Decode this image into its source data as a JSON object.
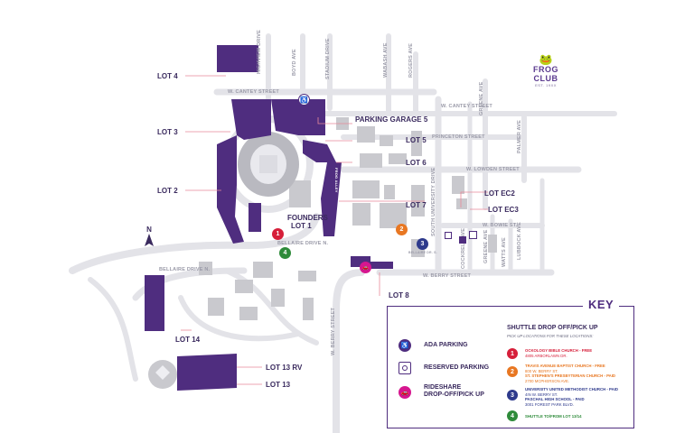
{
  "brand": {
    "name": "FROG CLUB",
    "est": "EST. 19XX"
  },
  "lots": {
    "lot4": "LOT 4",
    "lot3": "LOT 3",
    "lot2": "LOT 2",
    "lot14": "LOT 14",
    "lot13rv": "LOT 13 RV",
    "lot13": "LOT 13",
    "garage5": "PARKING GARAGE 5",
    "lot5": "LOT 5",
    "lot6": "LOT 6",
    "lot7": "LOT 7",
    "lotec2": "LOT EC2",
    "lotec3": "LOT EC3",
    "lot8": "LOT 8",
    "founders": "FOUNDERS",
    "lot1": "LOT 1"
  },
  "streets": {
    "cantey": "W. CANTEY STREET",
    "cantey_e": "W. CANTEY STREET",
    "princeton": "PRINCETON STREET",
    "lowden": "W. LOWDEN STREET",
    "bowie": "W. BOWIE ST.",
    "berry": "W. BERRY STREET",
    "berry_v": "W. BERRY STREET",
    "bellaire": "BELLAIRE DRIVE N.",
    "bellaire2": "BELLAIRE DRIVE N.",
    "highview": "HIGHVIEW DRIVE",
    "boyd": "BOYD AVE",
    "stadium": "STADIUM DRIVE",
    "wabash": "WABASH AVE",
    "rogers": "ROGERS AVE",
    "greene": "GREENE AVE",
    "greene2": "GREENE AVE",
    "palmer": "PALMER AVE",
    "south_univ": "SOUTH UNIVERSITY DRIVE",
    "cockrell": "COCKRELL AVE",
    "watts": "WATTS AVE",
    "lubbock": "LUBBOCK AVE",
    "bellaire_s": "BELLAIRE DR. S.",
    "frog_alley": "FROG ALLEY"
  },
  "north": "N",
  "key": {
    "title": "KEY",
    "ada": "ADA PARKING",
    "reserved": "RESERVED PARKING",
    "rideshare_1": "RIDESHARE",
    "rideshare_2": "DROP-OFF/PICK UP",
    "shuttle_title": "SHUTTLE DROP OFF/PICK UP",
    "shuttle_sub": "PICK UP LOCATIONS FOR THESE LOCATIONS:",
    "shuttles": [
      {
        "num": "1",
        "color": "#d61f3a",
        "lines": [
          "OCKOLOGY BIBLE CHURCH - FREE",
          "4805 ARBORLAWN DR."
        ]
      },
      {
        "num": "2",
        "color": "#e87722",
        "lines": [
          "TRAVIS AVENUE BAPTIST CHURCH - FREE",
          "800 W. BERRY ST.",
          "ST. STEPHEN'S PRESBYTERIAN CHURCH - PAID",
          "2700 MCPHERSON AVE."
        ]
      },
      {
        "num": "3",
        "color": "#2e3a8c",
        "lines": [
          "UNIVERSITY UNITED METHODIST CHURCH - PAID",
          "4IN W. BERRY ST.",
          "PASCHAL HIGH SCHOOL - PAID",
          "3001 FOREST PARK BLVD."
        ]
      },
      {
        "num": "4",
        "color": "#2e8b3a",
        "lines": [
          "SHUTTLE TO/FROM LOT 13/14"
        ]
      }
    ]
  },
  "pins": {
    "p1": "1",
    "p2": "2",
    "p3": "3",
    "p4": "4"
  },
  "colors": {
    "purple": "#4f2d7f",
    "road": "#e3e3e8",
    "building": "#c9c9ce",
    "magenta": "#d6168f"
  }
}
